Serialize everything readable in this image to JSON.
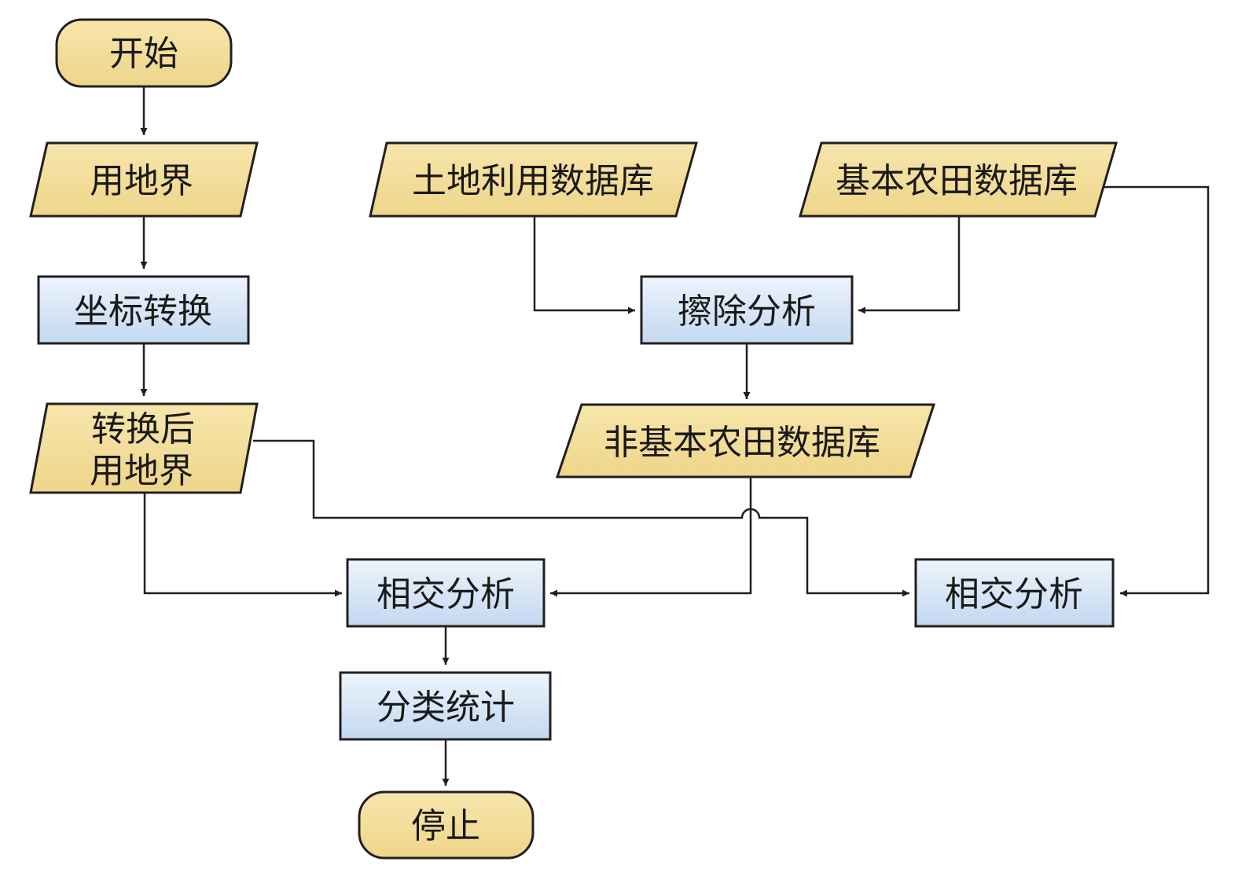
{
  "nodes": {
    "start": "开始",
    "landuse_boundary": "用地界",
    "coord_transform": "坐标转换",
    "converted_boundary_line1": "转换后",
    "converted_boundary_line2": "用地界",
    "land_use_db": "土地利用数据库",
    "basic_farmland_db": "基本农田数据库",
    "erase_analysis": "擦除分析",
    "non_basic_farmland_db": "非基本农田数据库",
    "intersect_analysis_left": "相交分析",
    "intersect_analysis_right": "相交分析",
    "classify_stats": "分类统计",
    "stop": "停止"
  },
  "colors": {
    "io_fill": "#f3df99",
    "terminal_fill": "#f3df99",
    "process_fill_top": "#edf4fc",
    "process_fill_bottom": "#c3d8f1",
    "stroke": "#231f20"
  }
}
